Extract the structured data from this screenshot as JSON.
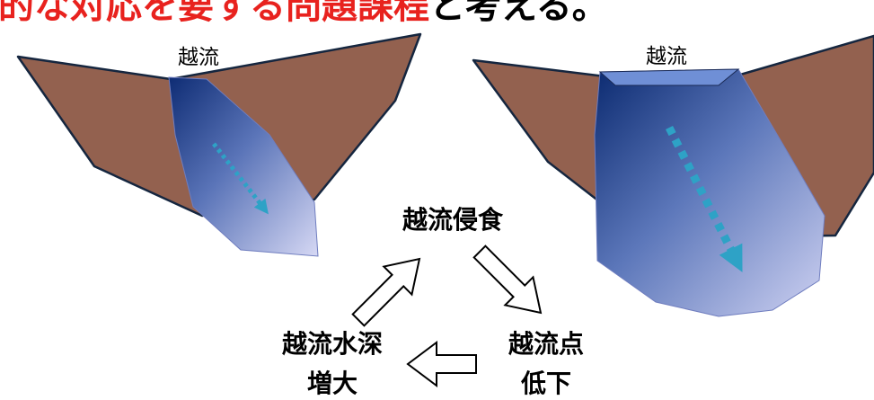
{
  "header": {
    "red_text": "的な対応を要する問題課程",
    "black_text": "と考える。"
  },
  "dams": {
    "left_label": "越流",
    "right_label": "越流"
  },
  "cycle": {
    "top": "越流侵食",
    "bottom_left_line1": "越流水深",
    "bottom_left_line2": "増大",
    "bottom_right_line1": "越流点",
    "bottom_right_line2": "低下"
  },
  "colors": {
    "headline_red": "#e8221e",
    "embankment": "#93614f",
    "water_dark": "#0e2c74",
    "water_light": "#c9ccef",
    "flow_arrow": "#2ea2c6"
  }
}
